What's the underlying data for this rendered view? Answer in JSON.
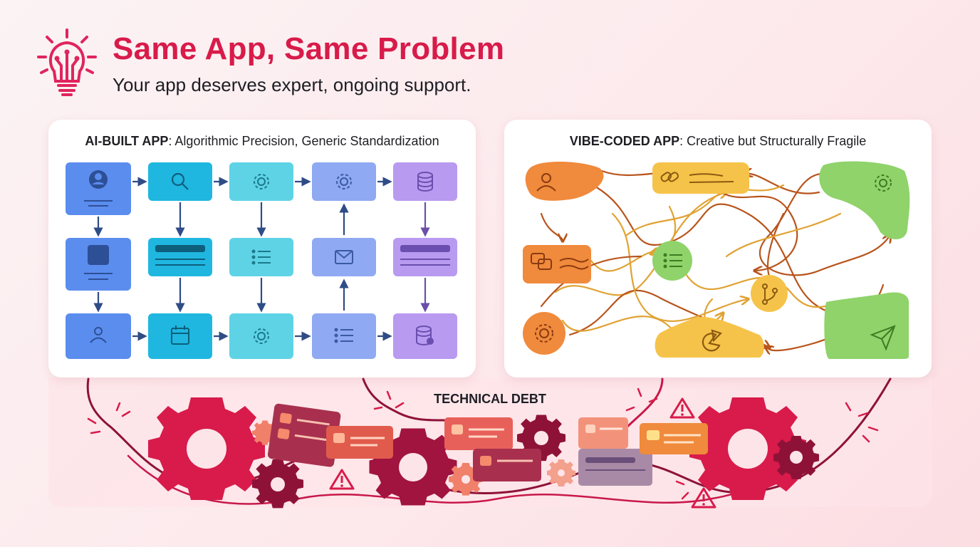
{
  "header": {
    "title": "Same App, Same Problem",
    "subtitle": "Your app deserves expert, ongoing support."
  },
  "panels": {
    "ai_built": {
      "label": "AI-BUILT APP",
      "description": "Algorithmic Precision, Generic Standardization"
    },
    "vibe_coded": {
      "label": "VIBE-CODED APP",
      "description": "Creative but Structurally Fragile"
    }
  },
  "technical_debt": {
    "label": "TECHNICAL DEBT"
  },
  "icons": {
    "header": "lightbulb-circuit-icon",
    "ai_grid": [
      [
        "user-icon",
        "search-icon",
        "gear-icon",
        "gear-icon",
        "database-icon"
      ],
      [
        "square-icon",
        "bar-icon",
        "list-icon",
        "mail-icon",
        "bar-icon"
      ],
      [
        "user-icon",
        "calendar-icon",
        "gear-icon",
        "list-icon",
        "database-icon"
      ]
    ],
    "vibe": [
      "user-icon",
      "link-icon",
      "gear-icon",
      "chat-icon",
      "list-icon",
      "branch-icon",
      "gear-icon",
      "pie-icon",
      "send-icon"
    ],
    "debt": [
      "gear-icon",
      "warning-icon",
      "broken-wire-icon"
    ]
  },
  "colors": {
    "title": "#d81b4a",
    "ai_columns": [
      "#5b8def",
      "#1fb7e0",
      "#5fd3e6",
      "#8fa9f2",
      "#b89af0"
    ],
    "vibe_orange": "#f08a3c",
    "vibe_yellow": "#f6c34a",
    "vibe_green": "#8fd36a",
    "debt_crimson": "#c8184a",
    "debt_maroon": "#8e1238"
  }
}
